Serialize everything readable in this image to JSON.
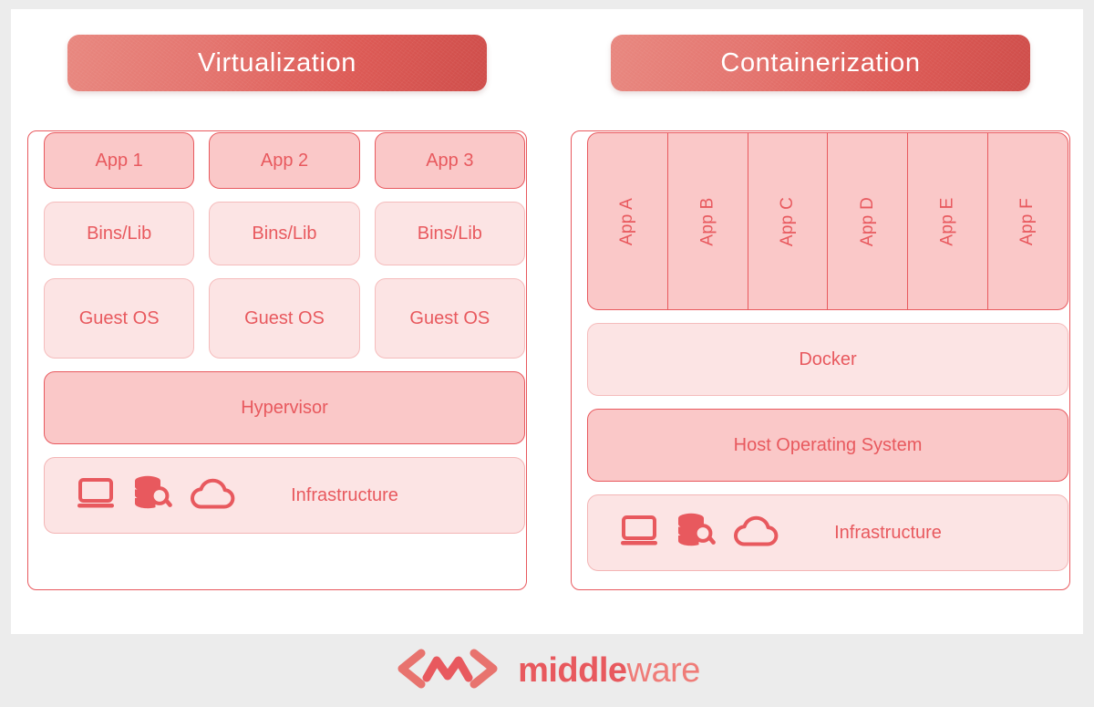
{
  "theme": {
    "page_background": "#ececec",
    "card_background": "#ffffff",
    "accent_red": "#e8595e",
    "fill_medium": "#fac8c8",
    "fill_light": "#fce4e4",
    "banner_gradient_from": "#e8877f",
    "banner_gradient_to": "#cf4d4a",
    "banner_text_color": "#ffffff"
  },
  "columns": [
    {
      "id": "virtualization",
      "banner": "Virtualization",
      "apps": [
        "App 1",
        "App 2",
        "App 3"
      ],
      "bins": [
        "Bins/Lib",
        "Bins/Lib",
        "Bins/Lib"
      ],
      "guest_os": [
        "Guest OS",
        "Guest OS",
        "Guest OS"
      ],
      "platform": "Hypervisor",
      "infrastructure": {
        "label": "Infrastructure",
        "icons": [
          "laptop-icon",
          "database-search-icon",
          "cloud-icon"
        ]
      }
    },
    {
      "id": "containerization",
      "banner": "Containerization",
      "containers": [
        "App A",
        "App B",
        "App C",
        "App D",
        "App E",
        "App F"
      ],
      "engine": "Docker",
      "platform": "Host Operating System",
      "infrastructure": {
        "label": "Infrastructure",
        "icons": [
          "laptop-icon",
          "database-search-icon",
          "cloud-icon"
        ]
      }
    }
  ],
  "footer": {
    "logo_mark": "middleware-logo-icon",
    "brand_bold": "middle",
    "brand_light": "ware"
  }
}
